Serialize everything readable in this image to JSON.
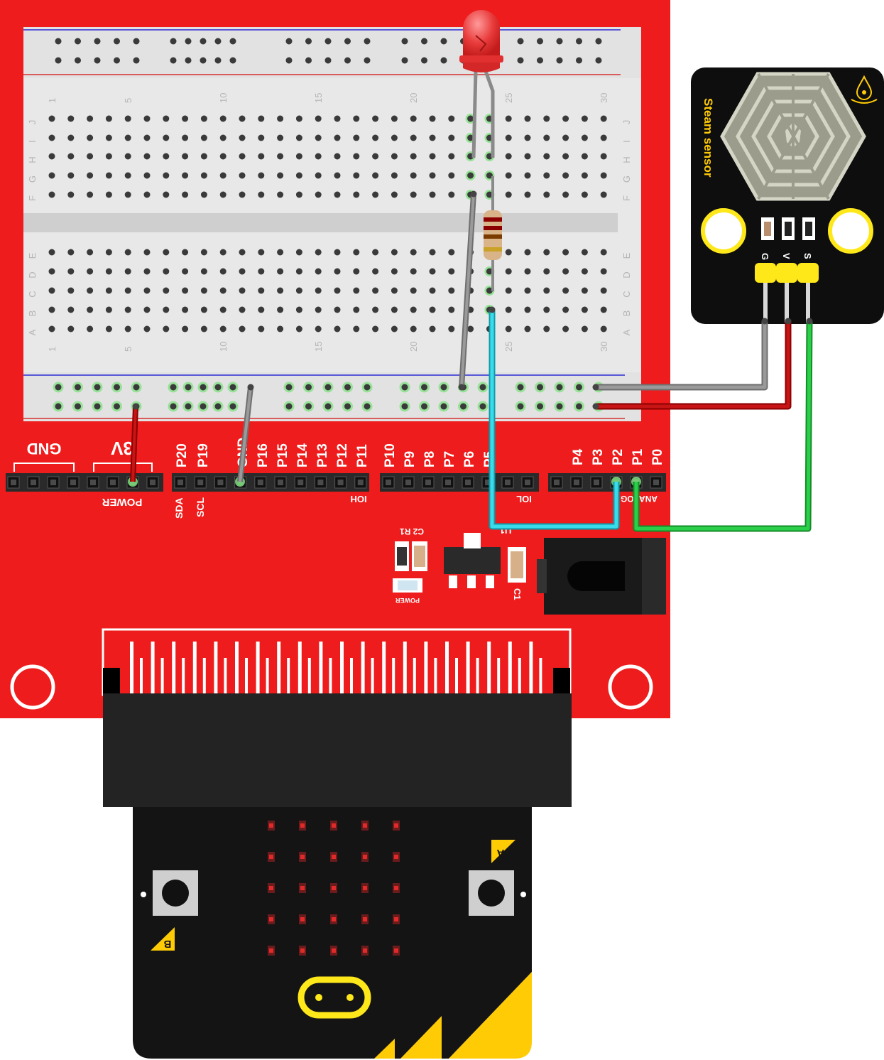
{
  "colors": {
    "board_red": "#ee1c1c",
    "breadboard": "#e9e9e9",
    "rail_red": "#d63030",
    "rail_blue": "#2b2bd6",
    "wire_gray": "#8a8a8a",
    "wire_red": "#c00000",
    "wire_cyan": "#22c8d8",
    "wire_green": "#1fbf3a",
    "pin_yellow": "#ffe81a",
    "microbit_black": "#141414",
    "microbit_gold": "#ffcb05",
    "sensor_black": "#0e0e0e"
  },
  "breadboard": {
    "col_numbers": [
      "1",
      "5",
      "10",
      "15",
      "20",
      "25",
      "30"
    ],
    "rows_top": [
      "J",
      "I",
      "H",
      "G",
      "F"
    ],
    "rows_bottom": [
      "E",
      "D",
      "C",
      "B",
      "A"
    ]
  },
  "shield": {
    "power_labels": {
      "gnd": "GND",
      "v3": "3V",
      "power": "POWER"
    },
    "pins_ioh": [
      "P20",
      "P19",
      "GND",
      "P16",
      "P15",
      "P14",
      "P13",
      "P12",
      "P11"
    ],
    "pins_iol": [
      "P10",
      "P9",
      "P8",
      "P7",
      "P6",
      "P5"
    ],
    "pins_analog": [
      "P4",
      "P3",
      "P2",
      "P1",
      "P0"
    ],
    "under_labels": {
      "sda": "SDA",
      "scl": "SCL",
      "ioh": "IOH",
      "iol": "IOL",
      "analog": "ANALOG"
    },
    "components": {
      "c2": "C2",
      "r1": "R1",
      "u1": "U1",
      "c1": "C1",
      "power_led": "POWER"
    }
  },
  "sensor": {
    "title": "Steam sensor",
    "pins": [
      "G",
      "V",
      "S"
    ],
    "icon": "water-drop-icon"
  },
  "microbit": {
    "button_a": "A",
    "button_b": "B",
    "icons": [
      "button-a-icon",
      "button-b-icon",
      "touch-logo-icon",
      "led-matrix-icon"
    ]
  }
}
